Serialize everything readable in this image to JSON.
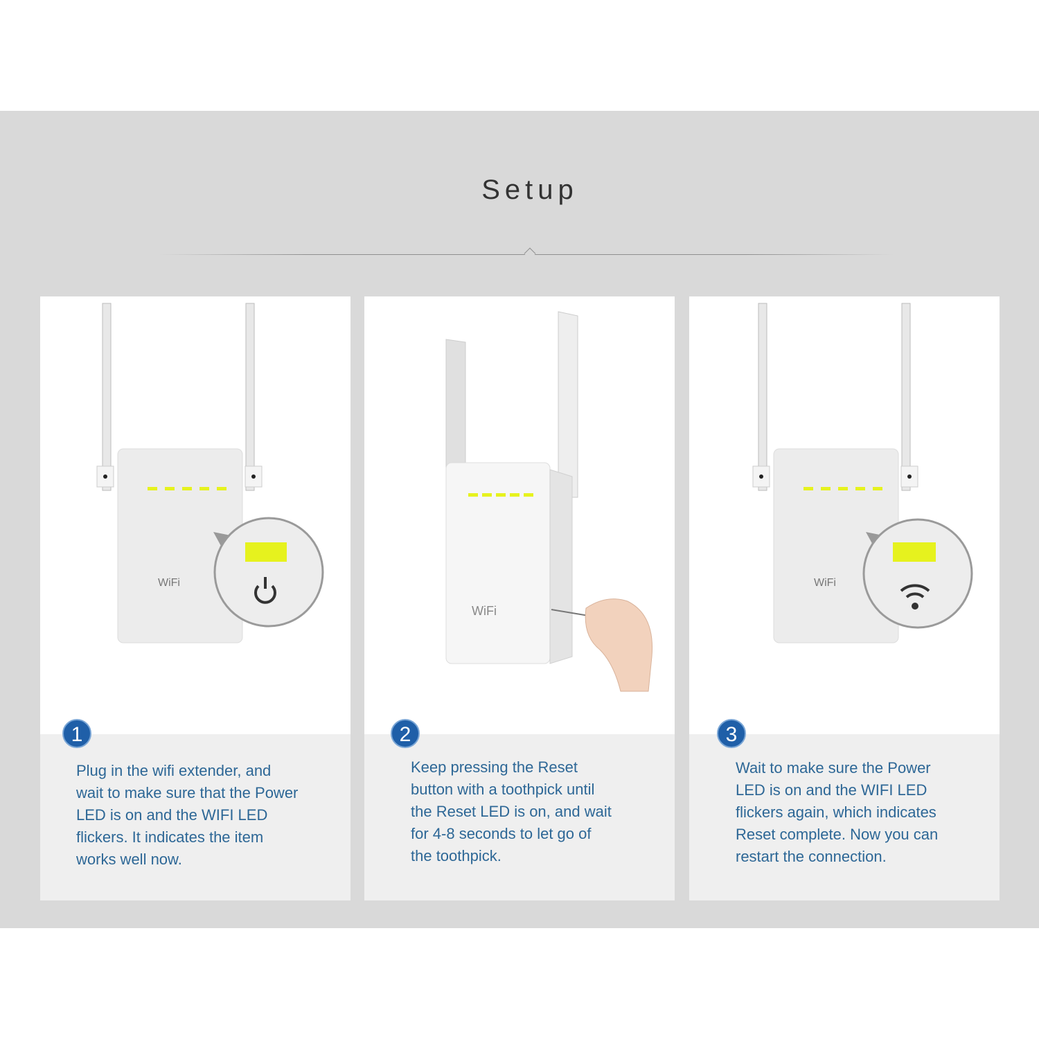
{
  "title": "Setup",
  "steps": [
    {
      "number": "1",
      "lines": [
        "Plug in the wifi extender, and",
        "wait to make sure that the Power",
        "LED is on and the WIFI LED",
        "flickers. It indicates the item",
        "works well now."
      ],
      "callout_icon": "power-icon"
    },
    {
      "number": "2",
      "lines": [
        "Keep pressing the Reset",
        "button with a toothpick until",
        "the Reset LED is on, and wait",
        "for 4-8 seconds to let go of",
        "the toothpick."
      ],
      "callout_icon": "toothpick-hand"
    },
    {
      "number": "3",
      "lines": [
        "Wait to make sure the Power",
        "LED is on and the WIFI LED",
        "flickers again, which indicates",
        "Reset complete. Now you can",
        "restart the connection."
      ],
      "callout_icon": "wifi-icon"
    }
  ],
  "device_label": "WiFi",
  "colors": {
    "band": "#d9d9d9",
    "badge": "#1f5fa8",
    "text": "#2d6796",
    "led": "#e6f21e"
  }
}
